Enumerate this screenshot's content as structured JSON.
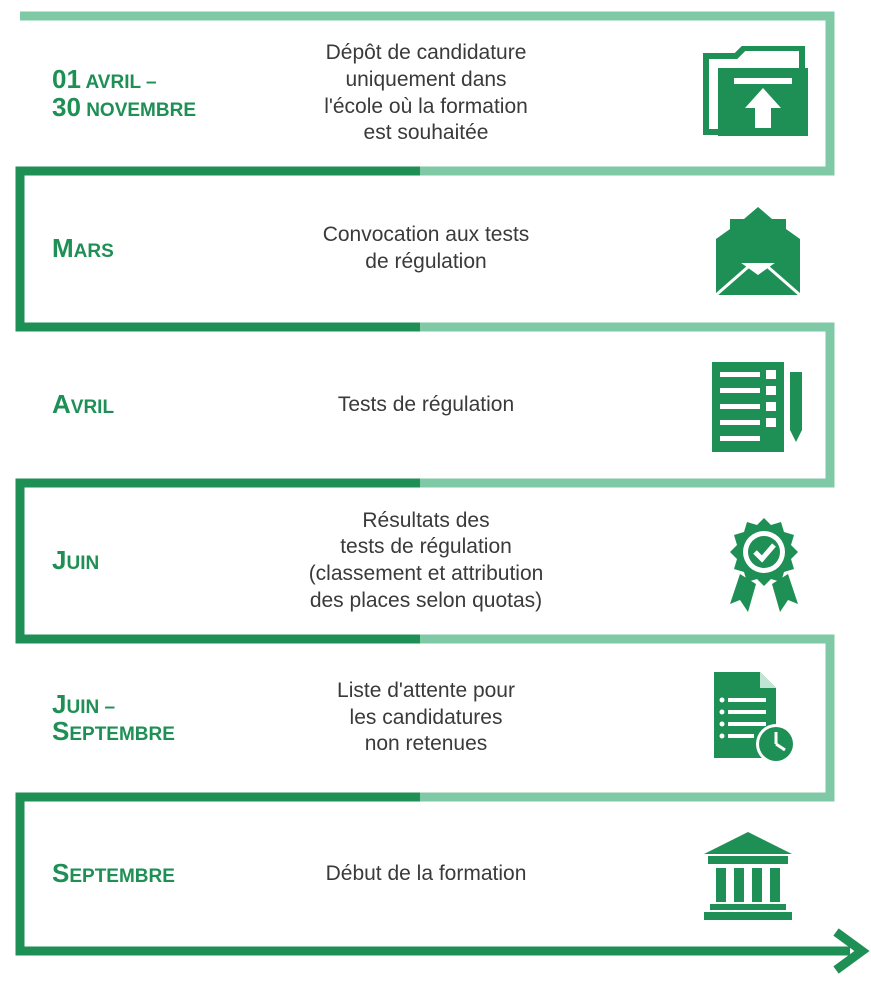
{
  "colors": {
    "dark_green": "#1e8f55",
    "light_green": "#7fc9a6",
    "text": "#3a3a3a"
  },
  "steps": [
    {
      "date_parts": [
        [
          "01",
          "big"
        ],
        [
          " AVRIL –",
          "small"
        ],
        [
          "30",
          "big"
        ],
        [
          " NOVEMBRE",
          "small"
        ]
      ],
      "date_line1": "01 AVRIL –",
      "date_line2": "30 NOVEMBRE",
      "description": "Dépôt de candidature uniquement dans l'école où la formation est souhaitée",
      "desc_lines": [
        "Dépôt de candidature",
        "uniquement dans",
        "l'école où la formation",
        "est souhaitée"
      ],
      "icon": "folder-upload-icon"
    },
    {
      "date_line1": "MARS",
      "date_line2": "",
      "description": "Convocation aux tests de régulation",
      "desc_lines": [
        "Convocation aux tests",
        "de régulation"
      ],
      "icon": "envelope-icon"
    },
    {
      "date_line1": "AVRIL",
      "date_line2": "",
      "description": "Tests de régulation",
      "desc_lines": [
        "Tests de régulation"
      ],
      "icon": "checklist-icon"
    },
    {
      "date_line1": "JUIN",
      "date_line2": "",
      "description": "Résultats des tests de régulation (classement et attribution des places selon quotas)",
      "desc_lines": [
        "Résultats des",
        "tests de régulation",
        "(classement et attribution",
        "des places selon quotas)"
      ],
      "icon": "award-badge-icon"
    },
    {
      "date_line1": "JUIN –",
      "date_line2": "SEPTEMBRE",
      "description": "Liste d'attente pour les candidatures non retenues",
      "desc_lines": [
        "Liste d'attente pour",
        "les candidatures",
        "non retenues"
      ],
      "icon": "document-clock-icon"
    },
    {
      "date_line1": "SEPTEMBRE",
      "date_line2": "",
      "description": "Début de la formation",
      "desc_lines": [
        "Début de la formation"
      ],
      "icon": "institution-icon"
    }
  ]
}
